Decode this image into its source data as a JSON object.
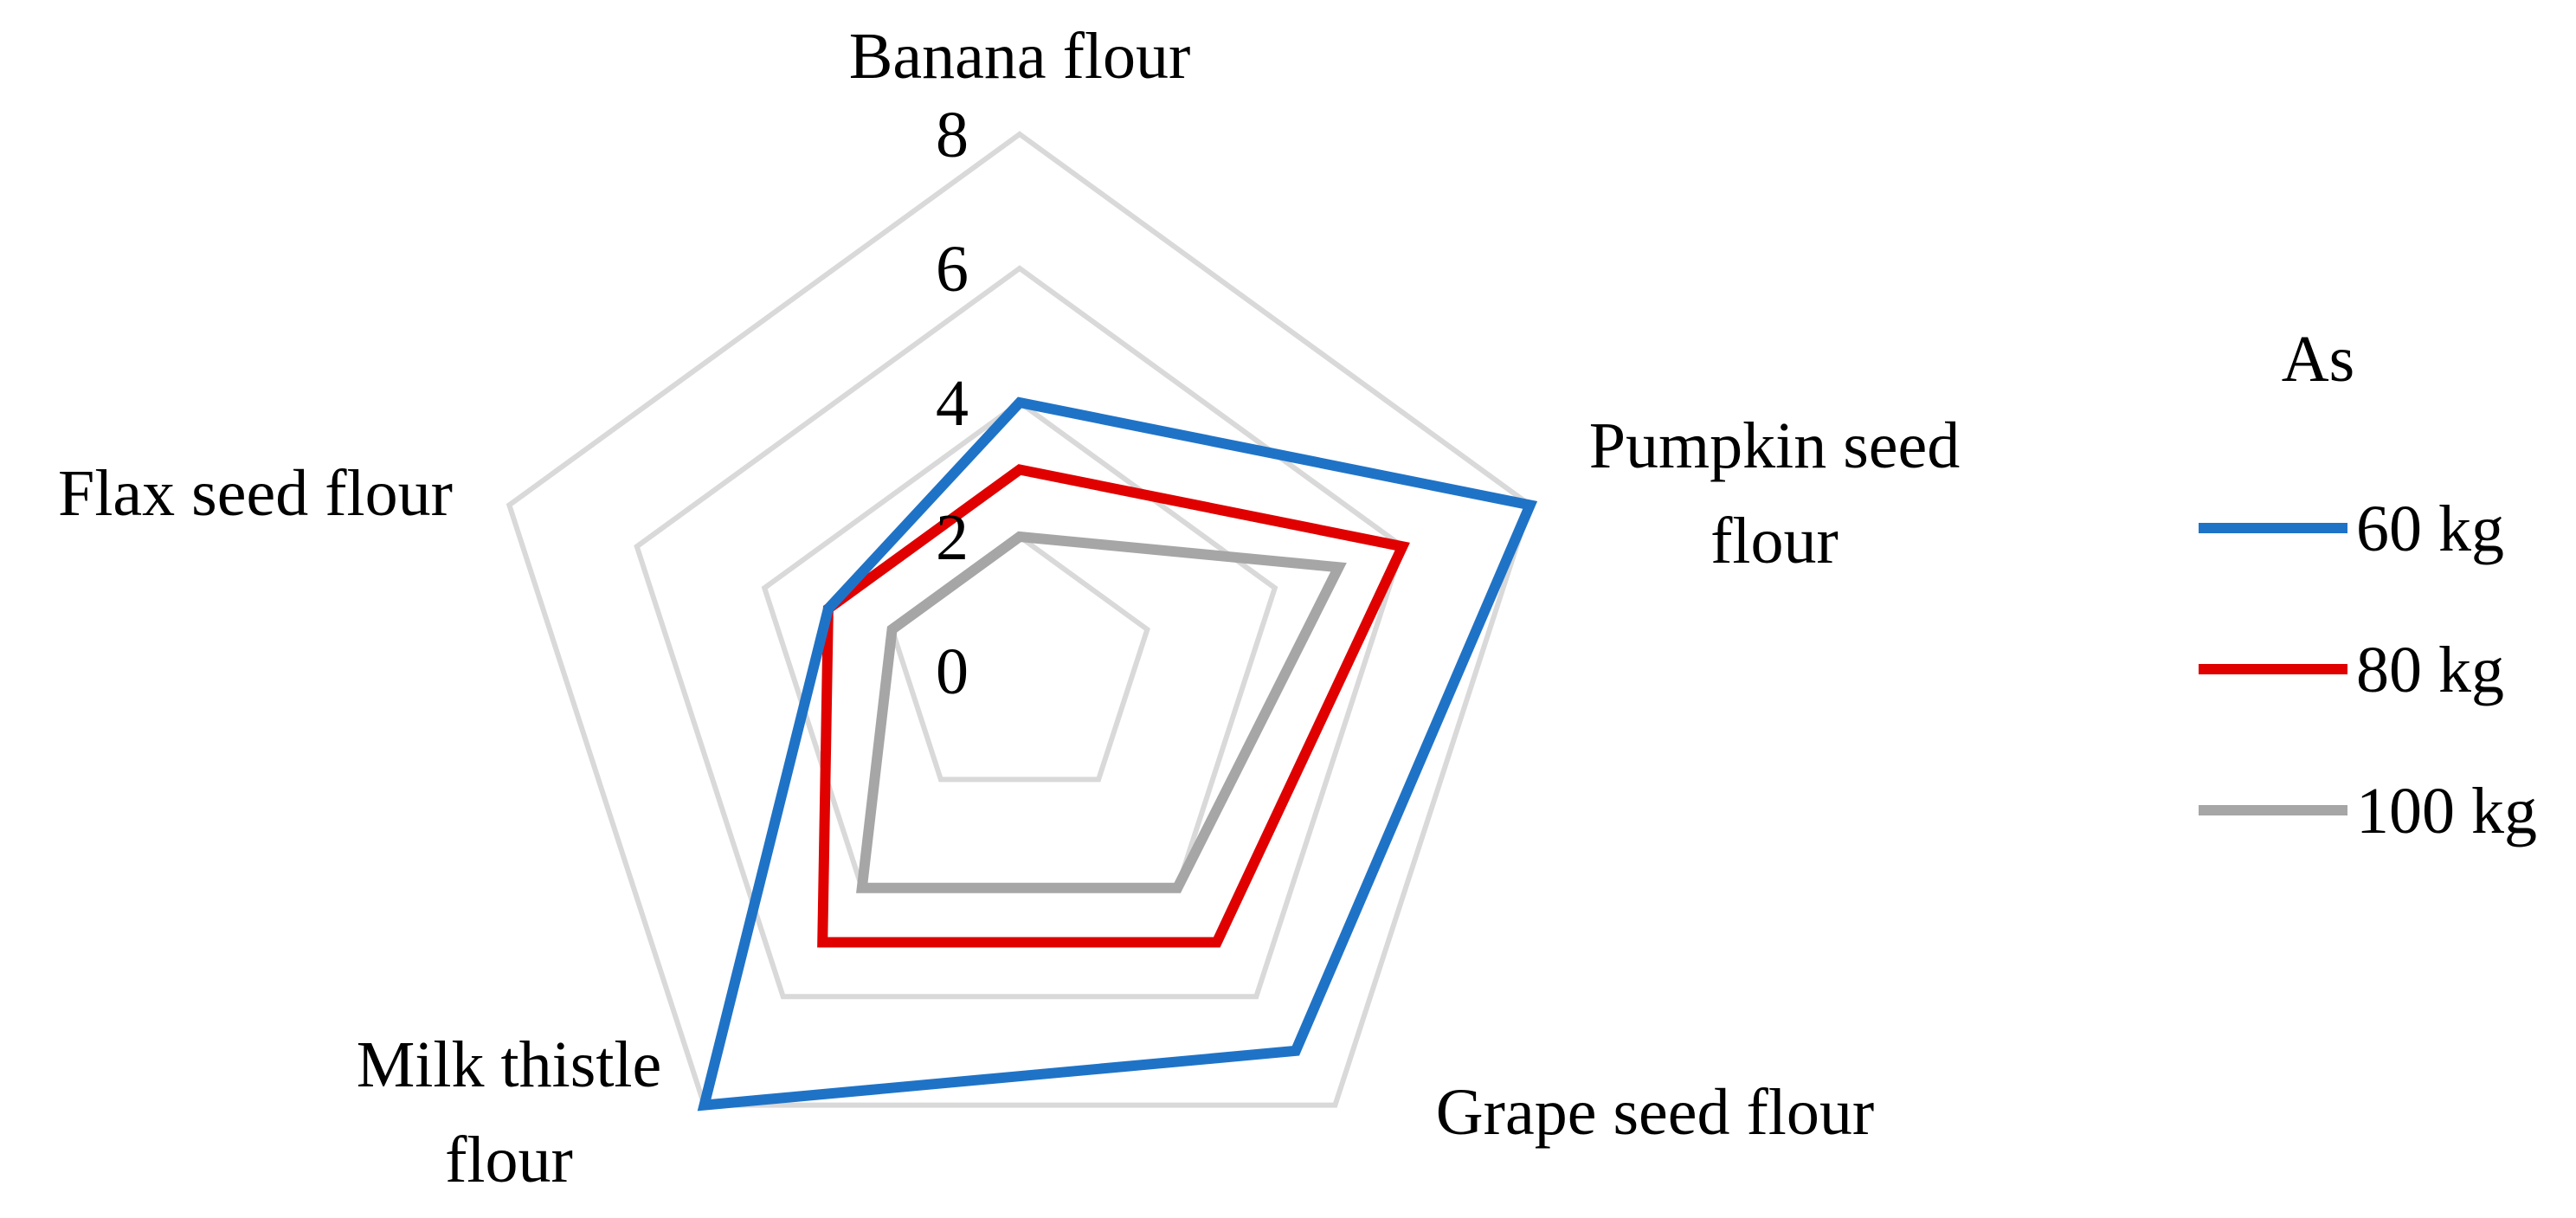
{
  "chart_data": {
    "type": "radar",
    "title": "",
    "categories": [
      [
        "Banana flour"
      ],
      [
        "Pumpkin seed",
        "flour"
      ],
      [
        "Grape seed flour"
      ],
      [
        "Milk thistle",
        "flour"
      ],
      [
        "Flax seed flour"
      ]
    ],
    "rlim": [
      0,
      8
    ],
    "ticks": [
      "0",
      "2",
      "4",
      "6",
      "8"
    ],
    "grid": true,
    "legend": {
      "title": "As",
      "position": "right"
    },
    "series": [
      {
        "name": "60 kg",
        "color": "#1f73c7",
        "values": [
          4,
          8,
          7,
          8,
          3
        ]
      },
      {
        "name": "80 kg",
        "color": "#e00000",
        "values": [
          3,
          6,
          5,
          5,
          3
        ]
      },
      {
        "name": "100 kg",
        "color": "#a6a6a6",
        "values": [
          2,
          5,
          4,
          4,
          2
        ]
      }
    ]
  }
}
